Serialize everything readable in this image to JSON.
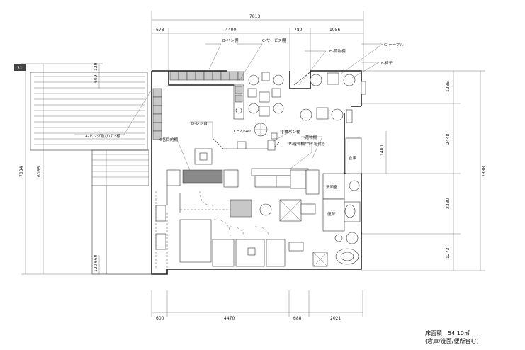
{
  "dimensions": {
    "total_width": "7813",
    "top": [
      "678",
      "4400",
      "780",
      "1956"
    ],
    "bottom": [
      "600",
      "4470",
      "688",
      "2021"
    ],
    "right": [
      "1285",
      "2448",
      "2380",
      "1273"
    ],
    "right_total": "7388",
    "left_total": "7084",
    "left_inner": "6065",
    "left_top_a": "609",
    "left_top_b": "120",
    "left_bottom_a": "120",
    "left_bottom_b": "660",
    "center": "1400"
  },
  "labels": {
    "bread_shelf": "B-パン棚",
    "service_shelf": "C-サービス棚",
    "h_shelf": "H-荷物棚",
    "g_table": "G-テーブル",
    "f_chair": "F-椅子",
    "tongs_shelf": "A-トング及びパン棚",
    "register": "D-レジ台",
    "ceiling_height": "CH2,640",
    "e_shelf": "J-食パン棚",
    "k_shelf": "K-各目的棚",
    "e_back_shelf": "E-返却棚/ゴミ箱付き",
    "i_shelf": "I-荷物棚",
    "storage": "倉庫",
    "washroom": "洗面室",
    "toilet": "便所"
  },
  "marker": "31",
  "summary": {
    "floor_area": "床面積　54.10㎡",
    "note": "(倉庫/洗面/便所含む)"
  }
}
